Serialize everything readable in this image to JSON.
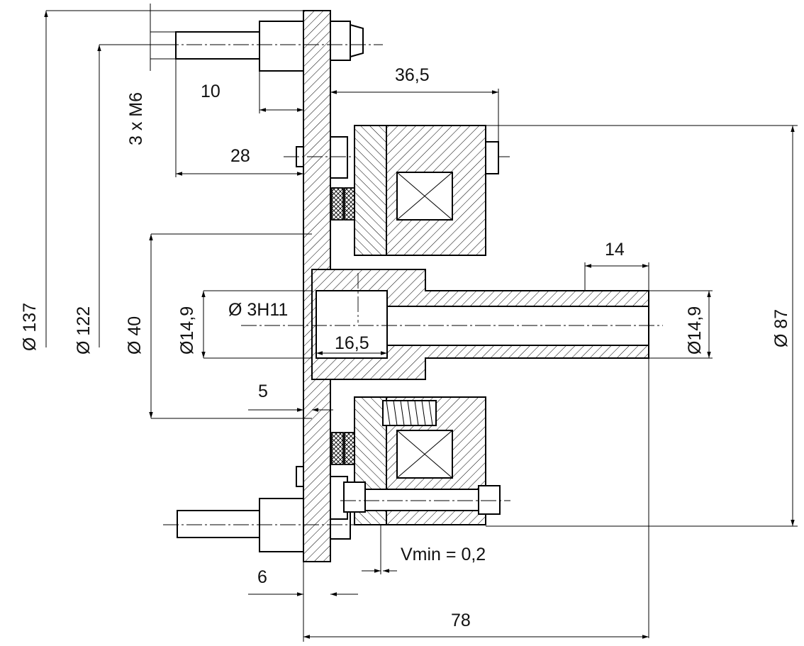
{
  "dimensions": {
    "d137": "Ø 137",
    "d122": "Ø 122",
    "d40": "Ø 40",
    "d14_9_left": "Ø14,9",
    "d14_9_right": "Ø14,9",
    "d87": "Ø 87",
    "d3h11": "Ø 3H11",
    "thread": "3 x M6",
    "l10": "10",
    "l28": "28",
    "l36_5": "36,5",
    "l14": "14",
    "l16_5": "16,5",
    "l5": "5",
    "l6": "6",
    "l78": "78",
    "vmin": "Vmin = 0,2"
  }
}
